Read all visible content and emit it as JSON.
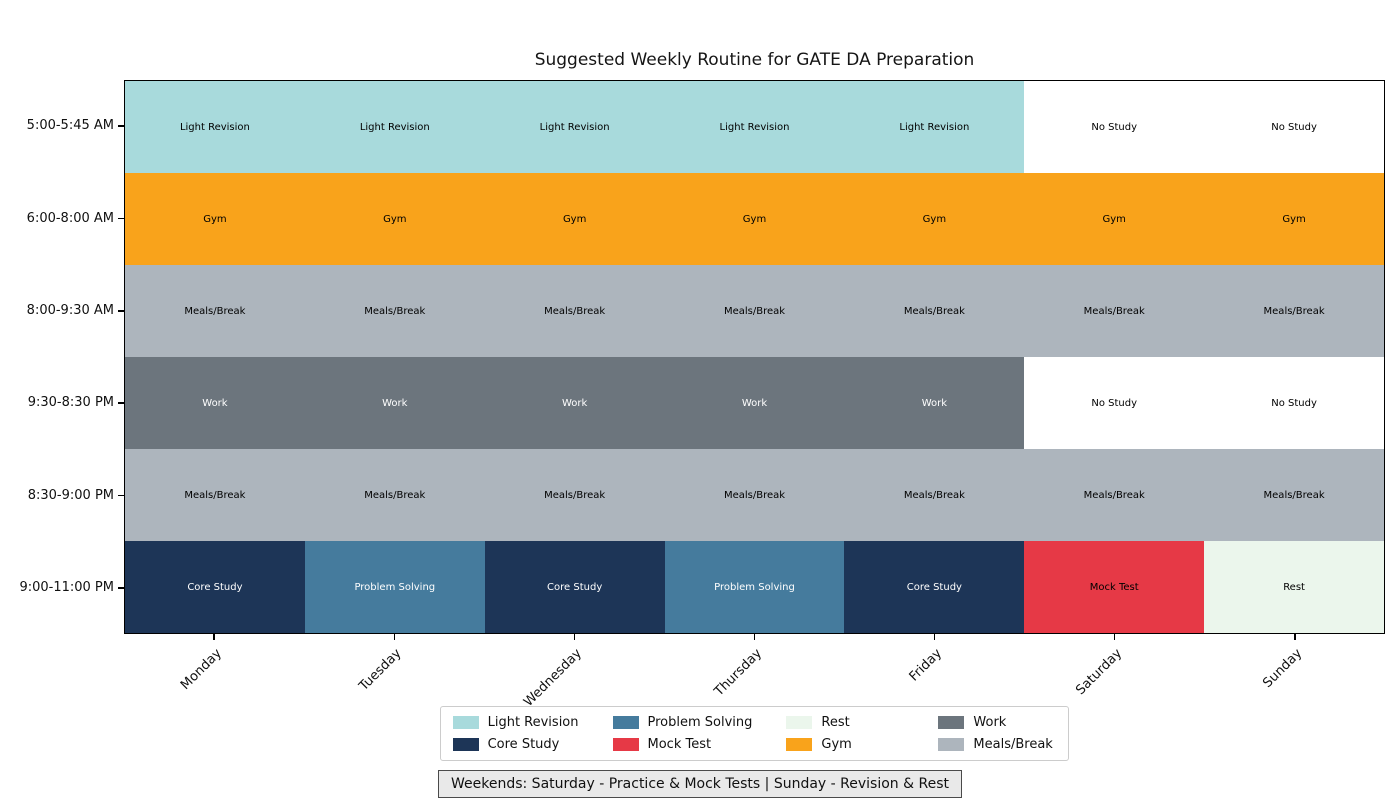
{
  "title": "Suggested Weekly Routine for GATE DA Preparation",
  "caption": "Weekends: Saturday - Practice & Mock Tests | Sunday - Revision & Rest",
  "activities": {
    "light_revision": {
      "label": "Light Revision",
      "color": "#a8dadc",
      "text_color": "#000000"
    },
    "core_study": {
      "label": "Core Study",
      "color": "#1d3557",
      "text_color": "#ffffff"
    },
    "problem_solving": {
      "label": "Problem Solving",
      "color": "#457b9d",
      "text_color": "#ffffff"
    },
    "mock_test": {
      "label": "Mock Test",
      "color": "#e63946",
      "text_color": "#000000"
    },
    "rest": {
      "label": "Rest",
      "color": "#ebf6ec",
      "text_color": "#000000"
    },
    "gym": {
      "label": "Gym",
      "color": "#f9a31b",
      "text_color": "#000000"
    },
    "work": {
      "label": "Work",
      "color": "#6c757d",
      "text_color": "#ffffff"
    },
    "meals": {
      "label": "Meals/Break",
      "color": "#adb5bd",
      "text_color": "#000000"
    },
    "no_study": {
      "label": "No Study",
      "color": "#ffffff",
      "text_color": "#000000"
    }
  },
  "chart_data": {
    "type": "heatmap",
    "title": "Suggested Weekly Routine for GATE DA Preparation",
    "x_categories": [
      "Monday",
      "Tuesday",
      "Wednesday",
      "Thursday",
      "Friday",
      "Saturday",
      "Sunday"
    ],
    "y_categories": [
      "5:00-5:45 AM",
      "6:00-8:00 AM",
      "8:00-9:30 AM",
      "9:30-8:30 PM",
      "8:30-9:00 PM",
      "9:00-11:00 PM"
    ],
    "rows": [
      {
        "time": "5:00-5:45 AM",
        "cells": [
          "light_revision",
          "light_revision",
          "light_revision",
          "light_revision",
          "light_revision",
          "no_study",
          "no_study"
        ]
      },
      {
        "time": "6:00-8:00 AM",
        "cells": [
          "gym",
          "gym",
          "gym",
          "gym",
          "gym",
          "gym",
          "gym"
        ]
      },
      {
        "time": "8:00-9:30 AM",
        "cells": [
          "meals",
          "meals",
          "meals",
          "meals",
          "meals",
          "meals",
          "meals"
        ]
      },
      {
        "time": "9:30-8:30 PM",
        "cells": [
          "work",
          "work",
          "work",
          "work",
          "work",
          "no_study",
          "no_study"
        ]
      },
      {
        "time": "8:30-9:00 PM",
        "cells": [
          "meals",
          "meals",
          "meals",
          "meals",
          "meals",
          "meals",
          "meals"
        ]
      },
      {
        "time": "9:00-11:00 PM",
        "cells": [
          "core_study",
          "problem_solving",
          "core_study",
          "problem_solving",
          "core_study",
          "mock_test",
          "rest"
        ]
      }
    ],
    "legend_order": [
      "light_revision",
      "core_study",
      "problem_solving",
      "mock_test",
      "rest",
      "gym",
      "work",
      "meals"
    ],
    "legend_position": "bottom-center",
    "grid": "off",
    "x_tick_rotation": 45
  }
}
